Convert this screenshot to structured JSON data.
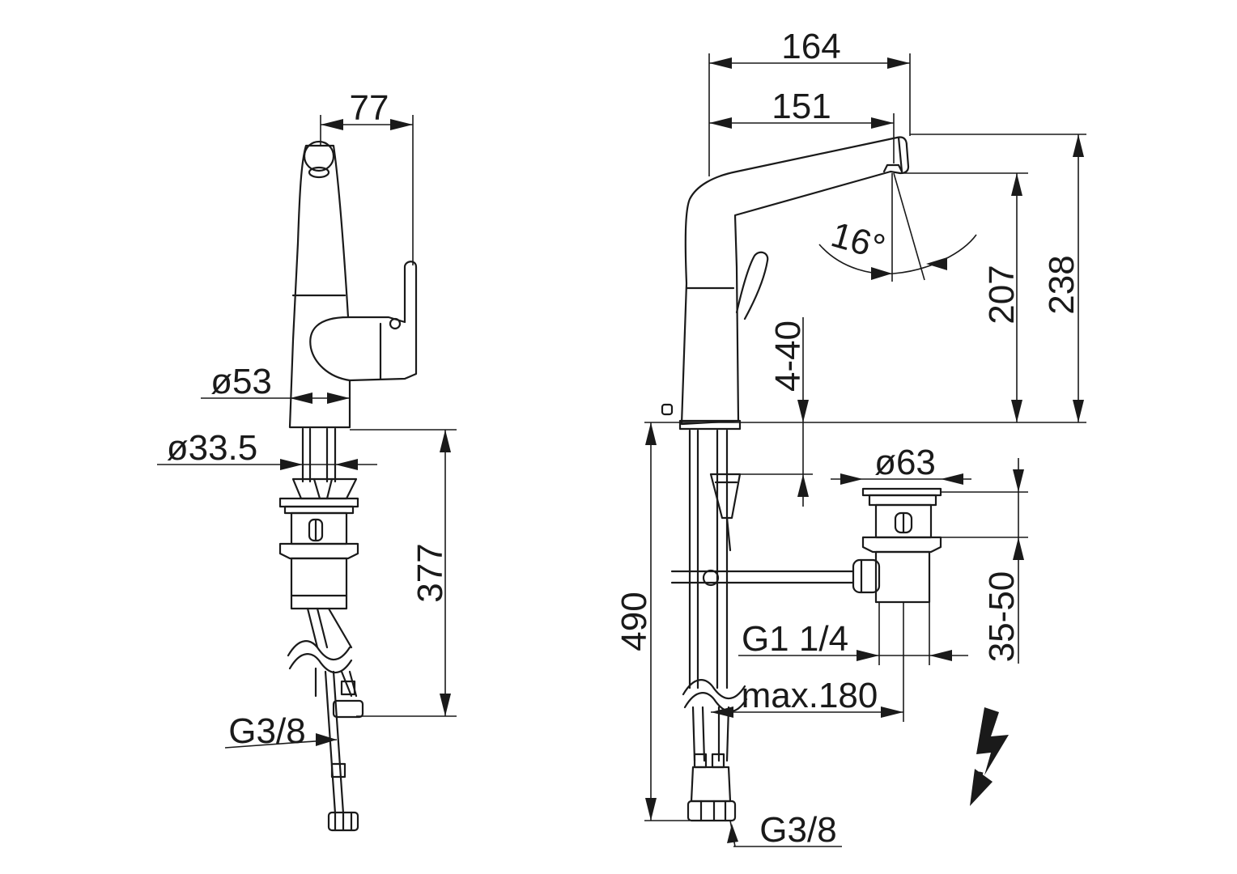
{
  "dimensions": {
    "side_depth": "77",
    "base_diameter": "ø53",
    "shank_diameter": "ø33.5",
    "side_below_deck": "377",
    "side_hose_thread": "G3/8",
    "spout_reach": "164",
    "spout_outlet": "151",
    "spout_angle": "16°",
    "outlet_height": "207",
    "total_height": "238",
    "deck_thickness": "4-40",
    "waste_diameter": "ø63",
    "front_below_deck": "490",
    "waste_thread": "G1 1/4",
    "waste_range": "35-50",
    "rod_max": "max.180",
    "front_hose_thread": "G3/8"
  },
  "symbols": {
    "electric": "lightning-bolt-icon"
  }
}
